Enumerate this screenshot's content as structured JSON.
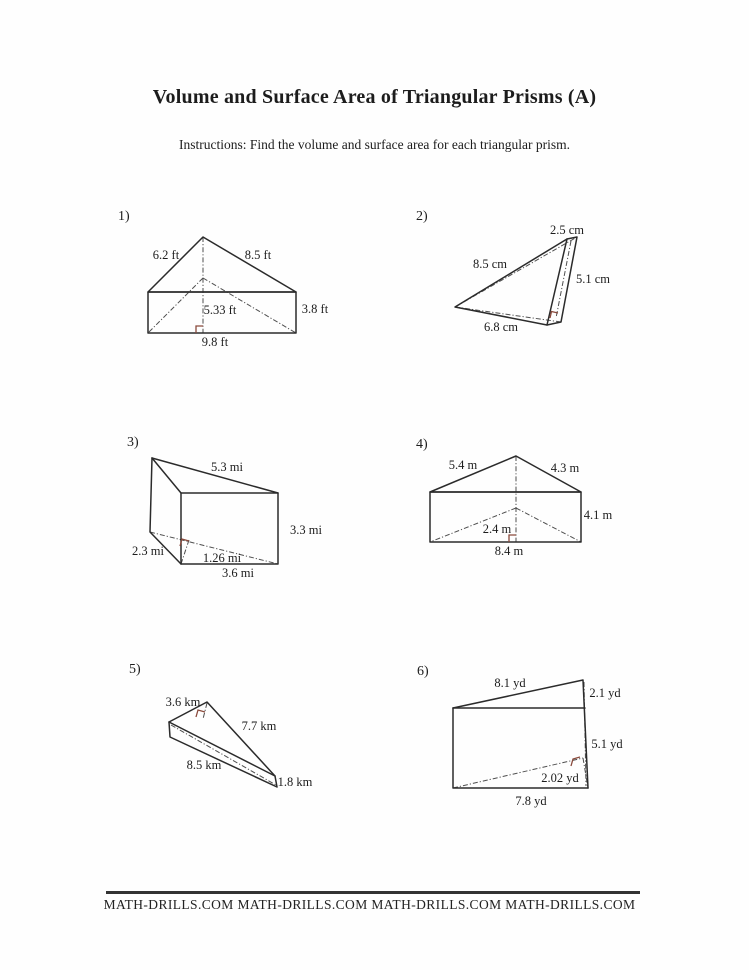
{
  "page": {
    "title": "Volume and Surface Area of Triangular Prisms (A)",
    "instructions": "Instructions: Find the volume and surface area for each triangular prism.",
    "footer": "MATH-DRILLS.COM MATH-DRILLS.COM MATH-DRILLS.COM MATH-DRILLS.COM"
  },
  "colors": {
    "line": "#2b2b2b",
    "hidden": "#4f4f4f",
    "marker": "#8a4a3c",
    "ink": "#1c1c1c"
  },
  "problems": [
    {
      "number": "1)",
      "dims": {
        "left_slant": "6.2 ft",
        "right_slant": "8.5 ft",
        "height": "5.33 ft",
        "depth": "3.8 ft",
        "base": "9.8 ft"
      }
    },
    {
      "number": "2)",
      "dims": {
        "top_edge": "2.5 cm",
        "left_slant": "8.5 cm",
        "right_edge": "5.1 cm",
        "base": "6.8 cm"
      }
    },
    {
      "number": "3)",
      "dims": {
        "top_slant": "5.3 mi",
        "right_edge": "3.3 mi",
        "left_edge": "2.3 mi",
        "height": "1.26 mi",
        "base": "3.6 mi"
      }
    },
    {
      "number": "4)",
      "dims": {
        "left_slant": "5.4 m",
        "right_slant": "4.3 m",
        "right_edge": "4.1 m",
        "height": "2.4 m",
        "base": "8.4 m"
      }
    },
    {
      "number": "5)",
      "dims": {
        "top_edge": "3.6 km",
        "right_slant": "7.7 km",
        "bottom_slant": "8.5 km",
        "right_edge": "1.8 km"
      }
    },
    {
      "number": "6)",
      "dims": {
        "top_slant": "8.1 yd",
        "top_right_edge": "2.1 yd",
        "right_edge": "5.1 yd",
        "height": "2.02 yd",
        "base": "7.8 yd"
      }
    }
  ]
}
